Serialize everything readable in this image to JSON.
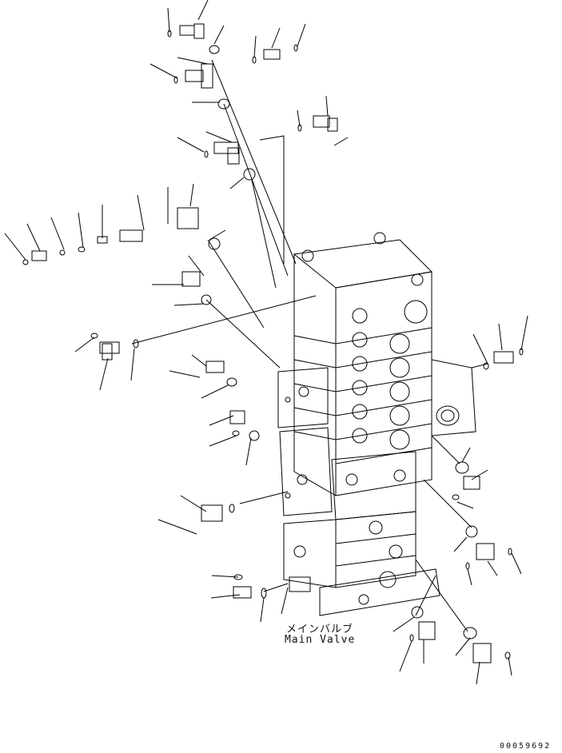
{
  "labels": {
    "name_jp": "メインバルブ",
    "name_en": "Main Valve",
    "part_number": "00059692"
  },
  "style": {
    "line_color": "#000000",
    "background": "#ffffff"
  }
}
